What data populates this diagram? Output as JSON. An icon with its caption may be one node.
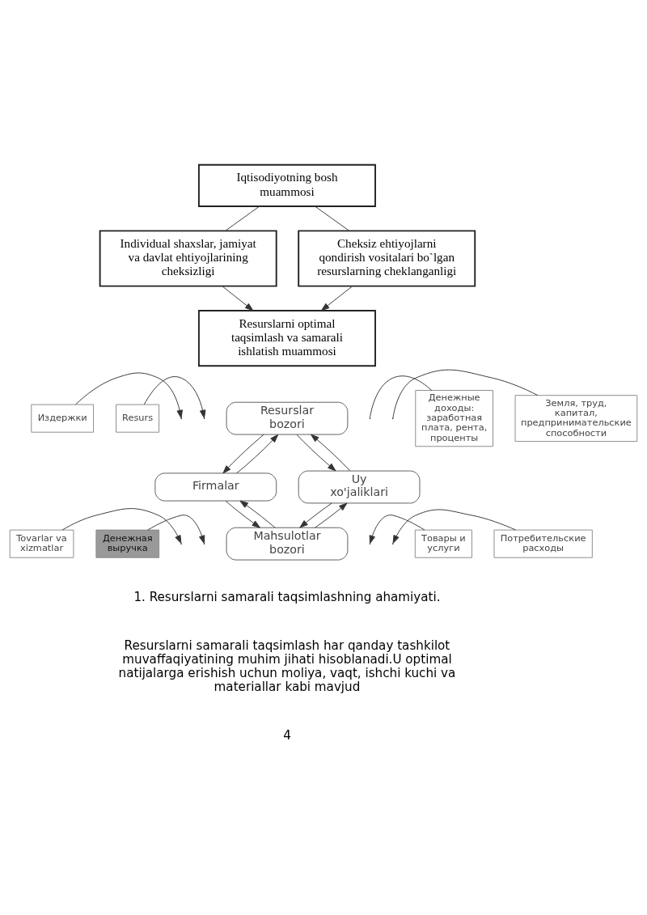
{
  "diagram": {
    "nodes": [
      {
        "text": [
          "Iqtisodiyotning bosh muammosi"
        ]
      },
      {
        "text": [
          "Individual shaxslar, jamiyat va davlat ehtiyojlarining cheksizligi"
        ]
      },
      {
        "text": [
          "Cheksiz ehtiyojlarni qondirish vositalari bo`lgan resurslarning cheklanganligi"
        ]
      },
      {
        "text": [
          "Resurslarni optimal taqsimlash va samarali ishlatish muammosi"
        ]
      },
      {
        "text": [
          "Resurslar bozori"
        ]
      },
      {
        "text": [
          "Firmalar"
        ]
      },
      {
        "text": [
          "Uy xo'jaliklari"
        ]
      },
      {
        "text": [
          "Mahsulotlar bozori"
        ]
      },
      {
        "text": [
          "Издержки"
        ]
      },
      {
        "text": [
          "Resurs"
        ]
      },
      {
        "text": [
          "Денежные доходы: заработная плата, рента, проценты"
        ]
      },
      {
        "text": [
          "Земля, труд, капитал, предпринимательские способности"
        ]
      },
      {
        "text": [
          "Tovarlar va xizmatlar"
        ]
      },
      {
        "text": [
          "Денежная выручка"
        ]
      },
      {
        "text": [
          "Товары и услуги"
        ]
      },
      {
        "text": [
          "Потребительские расходы"
        ]
      }
    ],
    "edges": [
      {
        "from": 0,
        "to": 1,
        "arrow": "none"
      },
      {
        "from": 0,
        "to": 2,
        "arrow": "none"
      },
      {
        "from": 1,
        "to": 3,
        "arrow": "to"
      },
      {
        "from": 2,
        "to": 3,
        "arrow": "to"
      },
      {
        "from": 5,
        "to": 4,
        "arrow": "to"
      },
      {
        "from": 4,
        "to": 5,
        "arrow": "to"
      },
      {
        "from": 4,
        "to": 6,
        "arrow": "to"
      },
      {
        "from": 6,
        "to": 4,
        "arrow": "to"
      },
      {
        "from": 6,
        "to": 7,
        "arrow": "to"
      },
      {
        "from": 7,
        "to": 6,
        "arrow": "to"
      },
      {
        "from": 5,
        "to": 7,
        "arrow": "to"
      },
      {
        "from": 7,
        "to": 5,
        "arrow": "to"
      },
      {
        "from": 8,
        "to": null,
        "arrow": "to"
      },
      {
        "from": 9,
        "to": null,
        "arrow": "to"
      },
      {
        "from": 10,
        "to": null,
        "arrow": "none"
      },
      {
        "from": 11,
        "to": null,
        "arrow": "none"
      },
      {
        "from": 12,
        "to": null,
        "arrow": "to"
      },
      {
        "from": 13,
        "to": null,
        "arrow": "to"
      },
      {
        "from": 14,
        "to": null,
        "arrow": "to"
      },
      {
        "from": 15,
        "to": null,
        "arrow": "to"
      }
    ],
    "labels": [
      "1. Resurslarni samarali taqsimlashning ahamiyati.",
      "Resurslarni samarali taqsimlash har qanday tashkilot muvaffaqiyatining muhim jihati hisoblanadi.U optimal natijalarga erishish uchun moliya, vaqt, ishchi kuchi va materiallar kabi mavjud",
      "4"
    ]
  }
}
